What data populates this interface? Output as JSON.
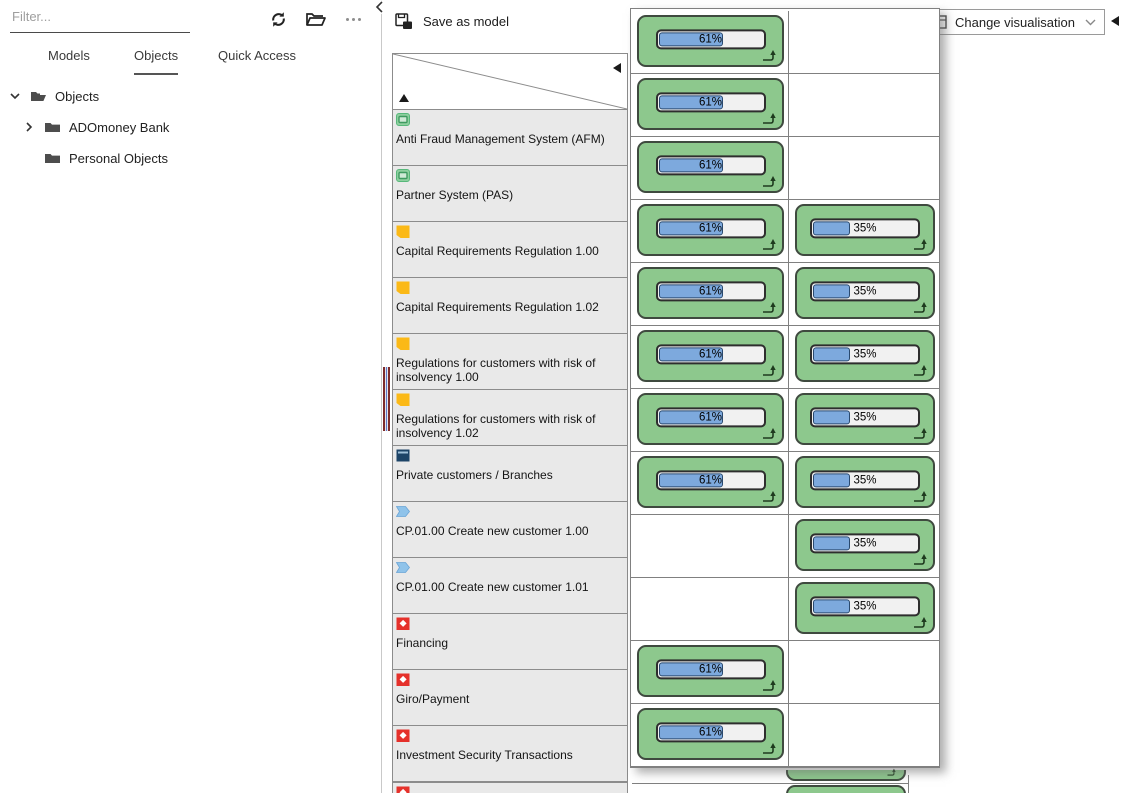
{
  "sidebar": {
    "filter": {
      "placeholder": "Filter..."
    },
    "tabs": [
      {
        "label": "Models",
        "active": false
      },
      {
        "label": "Objects",
        "active": true
      },
      {
        "label": "Quick Access",
        "active": false
      }
    ],
    "tree": [
      {
        "label": "Objects",
        "chevron": "down",
        "folder": "open",
        "indent": 0
      },
      {
        "label": "ADOmoney Bank",
        "chevron": "right",
        "folder": "closed",
        "indent": 1
      },
      {
        "label": "Personal Objects",
        "chevron": "none",
        "folder": "closed",
        "indent": 1
      }
    ]
  },
  "toolbar": {
    "save_as_model_label": "Save as model"
  },
  "visualisation_bar": {
    "change_visualisation_label": "Change visualisation"
  },
  "matrix": {
    "row_labels": [
      {
        "icon": "application-system",
        "label": "Anti Fraud Management System (AFM)"
      },
      {
        "icon": "application-system",
        "label": "Partner System (PAS)"
      },
      {
        "icon": "document",
        "label": "Capital Requirements Regulation 1.00"
      },
      {
        "icon": "document",
        "label": "Capital Requirements Regulation 1.02"
      },
      {
        "icon": "document",
        "label": "Regulations for customers with risk of insolvency 1.00"
      },
      {
        "icon": "document",
        "label": "Regulations for customers with risk of insolvency 1.02"
      },
      {
        "icon": "org-unit",
        "label": "Private customers / Branches"
      },
      {
        "icon": "process",
        "label": "CP.01.00 Create new customer 1.00"
      },
      {
        "icon": "process",
        "label": "CP.01.00 Create new customer 1.01"
      },
      {
        "icon": "product",
        "label": "Financing"
      },
      {
        "icon": "product",
        "label": "Giro/Payment"
      },
      {
        "icon": "product",
        "label": "Investment Security Transactions"
      },
      {
        "icon": "product",
        "label": ""
      }
    ],
    "cell_rows": [
      {
        "left": {
          "pct": 61,
          "label": "61%"
        },
        "right": null
      },
      {
        "left": {
          "pct": 61,
          "label": "61%"
        },
        "right": null
      },
      {
        "left": {
          "pct": 61,
          "label": "61%"
        },
        "right": null
      },
      {
        "left": {
          "pct": 61,
          "label": "61%"
        },
        "right": {
          "pct": 35,
          "label": "35%"
        }
      },
      {
        "left": {
          "pct": 61,
          "label": "61%"
        },
        "right": {
          "pct": 35,
          "label": "35%"
        }
      },
      {
        "left": {
          "pct": 61,
          "label": "61%"
        },
        "right": {
          "pct": 35,
          "label": "35%"
        }
      },
      {
        "left": {
          "pct": 61,
          "label": "61%"
        },
        "right": {
          "pct": 35,
          "label": "35%"
        }
      },
      {
        "left": {
          "pct": 61,
          "label": "61%"
        },
        "right": {
          "pct": 35,
          "label": "35%"
        }
      },
      {
        "left": null,
        "right": {
          "pct": 35,
          "label": "35%"
        }
      },
      {
        "left": null,
        "right": {
          "pct": 35,
          "label": "35%"
        }
      },
      {
        "left": {
          "pct": 61,
          "label": "61%"
        },
        "right": null
      },
      {
        "left": {
          "pct": 61,
          "label": "61%"
        },
        "right": null
      }
    ]
  },
  "colors": {
    "cell_green": "#8dc88d",
    "bar_blue": "#7da9dd",
    "track_gray": "#f1f1f1",
    "product_red": "#e5312b",
    "document_yellow": "#fbb917",
    "org_unit_navy": "#1d4467",
    "process_blue": "#8fc3ea",
    "app_system_green": "#57b87a"
  }
}
